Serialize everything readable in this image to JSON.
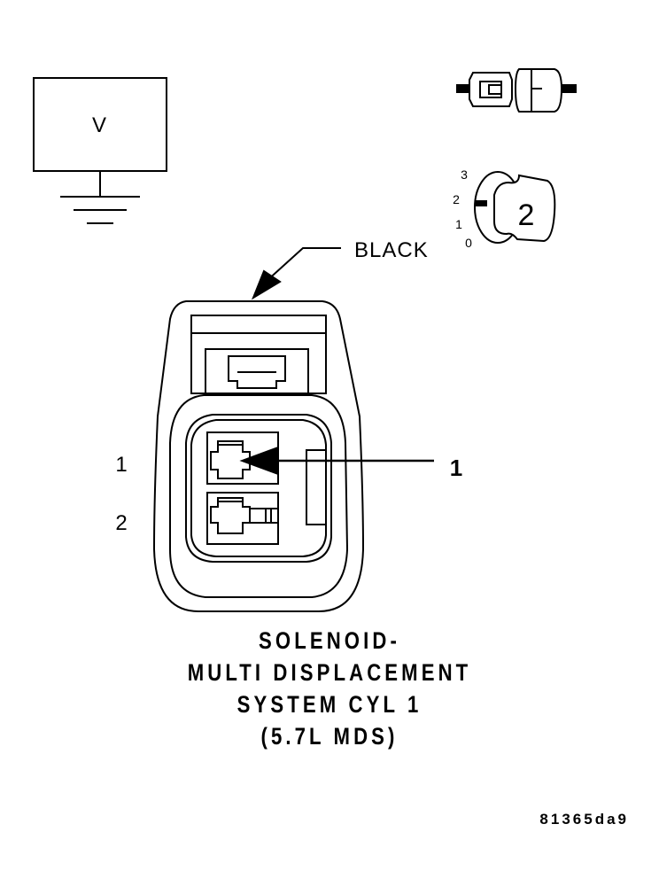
{
  "voltmeter": {
    "label": "V"
  },
  "color_label": "BLACK",
  "pin_labels": [
    "1",
    "2"
  ],
  "callout": "1",
  "view_indicator": {
    "scale": [
      "3",
      "2",
      "1",
      "0"
    ],
    "value": "2"
  },
  "caption": [
    "SOLENOID-",
    "MULTI DISPLACEMENT",
    "SYSTEM CYL 1",
    "(5.7L MDS)"
  ],
  "figure_code": "81365da9"
}
